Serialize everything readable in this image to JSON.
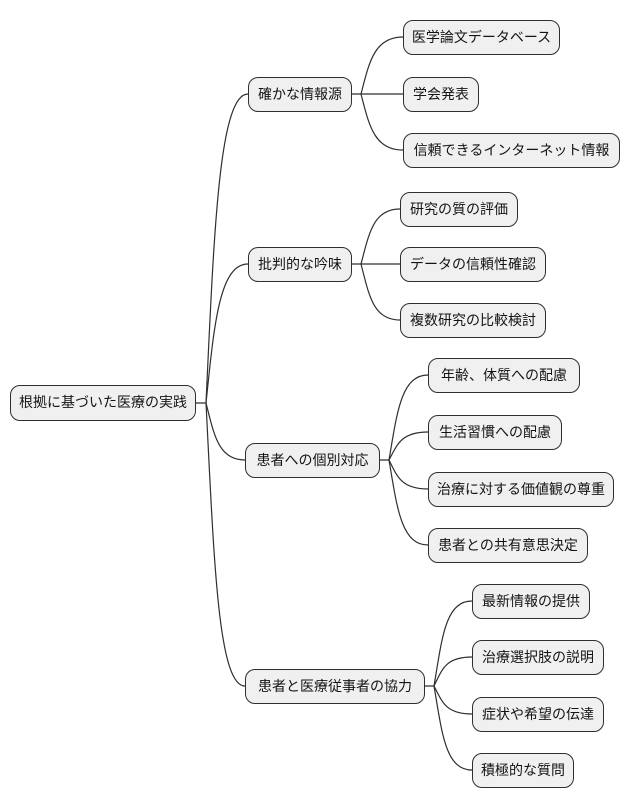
{
  "diagram": {
    "type": "mindmap",
    "colors": {
      "background": "#ffffff",
      "node_fill": "#f0f0f0",
      "node_border": "#2f2f2f",
      "edge_line": "#2f2f2f",
      "text": "#141414"
    },
    "root": {
      "label": "根拠に基づいた医療の実践"
    },
    "branches": [
      {
        "label": "確かな情報源",
        "children": [
          {
            "label": "医学論文データベース"
          },
          {
            "label": "学会発表"
          },
          {
            "label": "信頼できるインターネット情報"
          }
        ]
      },
      {
        "label": "批判的な吟味",
        "children": [
          {
            "label": "研究の質の評価"
          },
          {
            "label": "データの信頼性確認"
          },
          {
            "label": "複数研究の比較検討"
          }
        ]
      },
      {
        "label": "患者への個別対応",
        "children": [
          {
            "label": "年齢、体質への配慮"
          },
          {
            "label": "生活習慣への配慮"
          },
          {
            "label": "治療に対する価値観の尊重"
          },
          {
            "label": "患者との共有意思決定"
          }
        ]
      },
      {
        "label": "患者と医療従事者の協力",
        "children": [
          {
            "label": "最新情報の提供"
          },
          {
            "label": "治療選択肢の説明"
          },
          {
            "label": "症状や希望の伝達"
          },
          {
            "label": "積極的な質問"
          }
        ]
      }
    ]
  }
}
